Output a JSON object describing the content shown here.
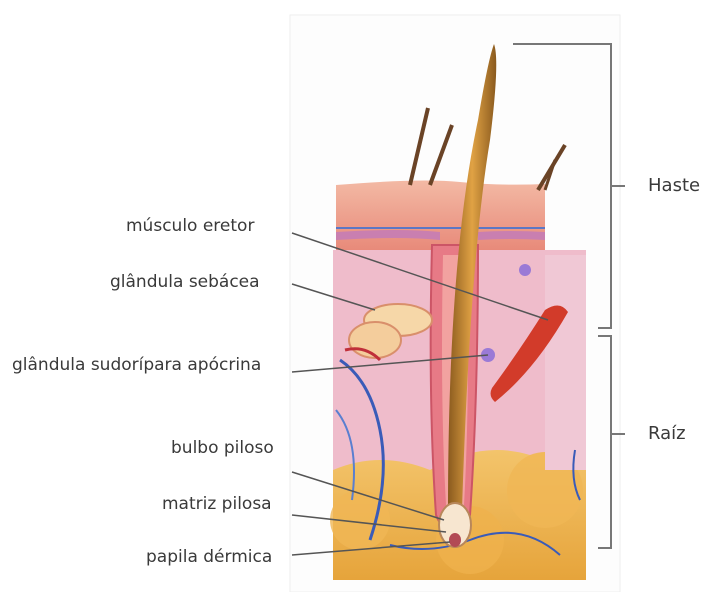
{
  "labels": {
    "musculo_eretor": "músculo eretor",
    "glandula_sebacea": "glândula sebácea",
    "glandula_sudoripara": "glândula sudorípara apócrina",
    "bulbo_piloso": "bulbo piloso",
    "matriz_pilosa": "matriz pilosa",
    "papila_dermica": "papila dérmica"
  },
  "brackets": {
    "haste": "Haste",
    "raiz": "Raíz"
  }
}
